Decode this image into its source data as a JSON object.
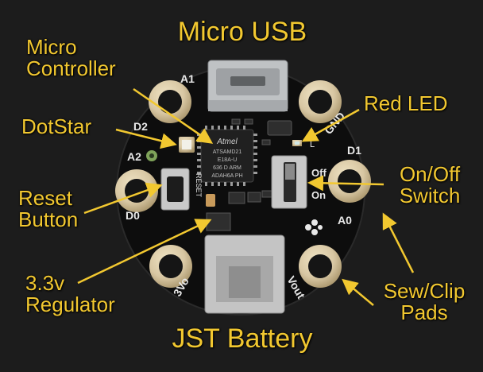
{
  "title_top": "Micro USB",
  "title_bottom": "JST Battery",
  "callouts": {
    "micro_controller": [
      "Micro",
      "Controller"
    ],
    "dotstar": [
      "DotStar"
    ],
    "reset_button": [
      "Reset",
      "Button"
    ],
    "regulator": [
      "3.3v",
      "Regulator"
    ],
    "red_led": [
      "Red LED"
    ],
    "onoff_switch": [
      "On/Off",
      "Switch"
    ],
    "sewclip_pads": [
      "Sew/Clip",
      "Pads"
    ]
  },
  "silkscreen": {
    "pads": [
      "A1",
      "D2",
      "A2",
      "D0",
      "3Vo",
      "Vout",
      "A0",
      "D1",
      "GND"
    ],
    "chip_lines": [
      "ATSAMD21",
      "E18A-U",
      "636 D ARM",
      "ADAH6A PH"
    ],
    "chip_brand": "Atmel",
    "reset": "RESET",
    "off": "Off",
    "on": "On",
    "led": "L"
  },
  "colors": {
    "background": "#1c1c1c",
    "pcb": "#0d0d0d",
    "label": "#f2c830",
    "gold_pad": "#d8c7a3",
    "led": "#d0e8e8"
  }
}
